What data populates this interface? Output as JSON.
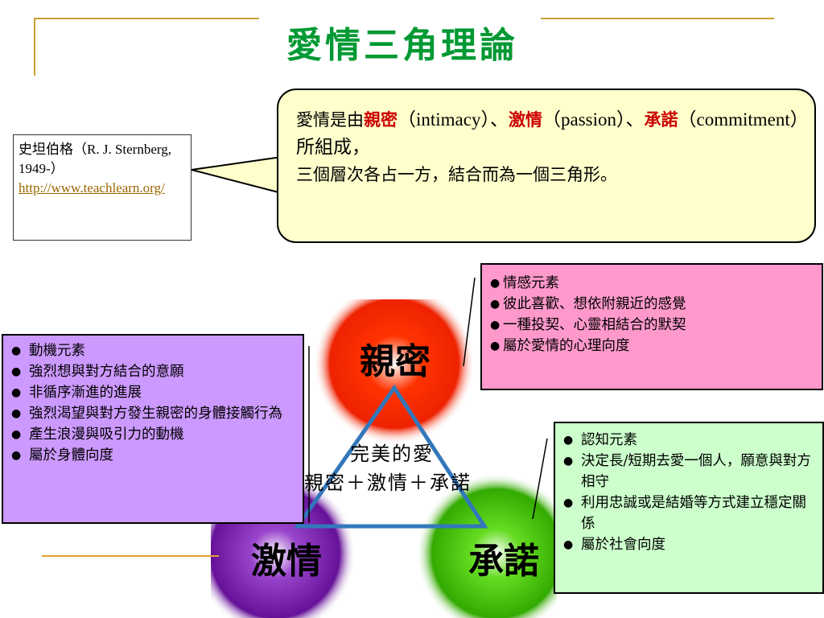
{
  "title": "愛情三角理論",
  "citation": {
    "line1": "史坦伯格（R. J. Sternberg, 1949-）",
    "link": "http://www.teachlearn.org/"
  },
  "bubble": {
    "p1": "愛情是由",
    "t1": "親密",
    "e1": "（intimacy）、",
    "t2": "激情",
    "e2": "（passion）、",
    "t3": "承諾",
    "e3": "（commitment）所組成，",
    "p2": "三個層次各占一方，結合而為一個三角形。"
  },
  "intimacy_box": {
    "items": [
      "情感元素",
      "彼此喜歡、想依附親近的感覺",
      "一種投契、心靈相結合的默契",
      "屬於愛情的心理向度"
    ]
  },
  "passion_box": {
    "items": [
      "動機元素",
      "強烈想與對方結合的意願",
      "非循序漸進的進展",
      "強烈渴望與對方發生親密的身體接觸行為",
      "產生浪漫與吸引力的動機",
      "屬於身體向度"
    ]
  },
  "commitment_box": {
    "items": [
      "認知元素",
      "決定長/短期去愛一個人，願意與對方相守",
      "利用忠誠或是結婚等方式建立穩定關係",
      "屬於社會向度"
    ]
  },
  "diagram": {
    "intimacy": "親密",
    "passion": "激情",
    "commitment": "承諾",
    "center1": "完美的愛",
    "center2": "親密＋激情＋承諾",
    "colors": {
      "intimacy": "#ee2200",
      "passion": "#7722aa",
      "commitment": "#33aa00",
      "triangle": "#3377bb"
    }
  }
}
